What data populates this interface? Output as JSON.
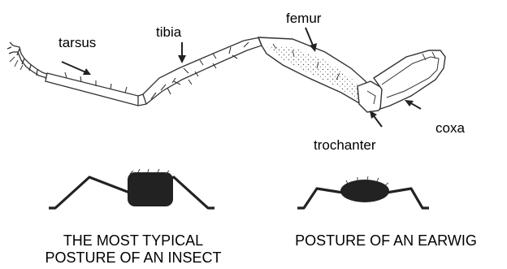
{
  "leg_diagram": {
    "labels": {
      "tarsus": "tarsus",
      "tibia": "tibia",
      "femur": "femur",
      "trochanter": "trochanter",
      "coxa": "coxa"
    }
  },
  "postures": {
    "typical_insect": {
      "caption_line1": "THE MOST TYPICAL",
      "caption_line2": "POSTURE OF AN INSECT"
    },
    "earwig": {
      "caption_line1": "POSTURE OF AN EARWIG"
    }
  }
}
